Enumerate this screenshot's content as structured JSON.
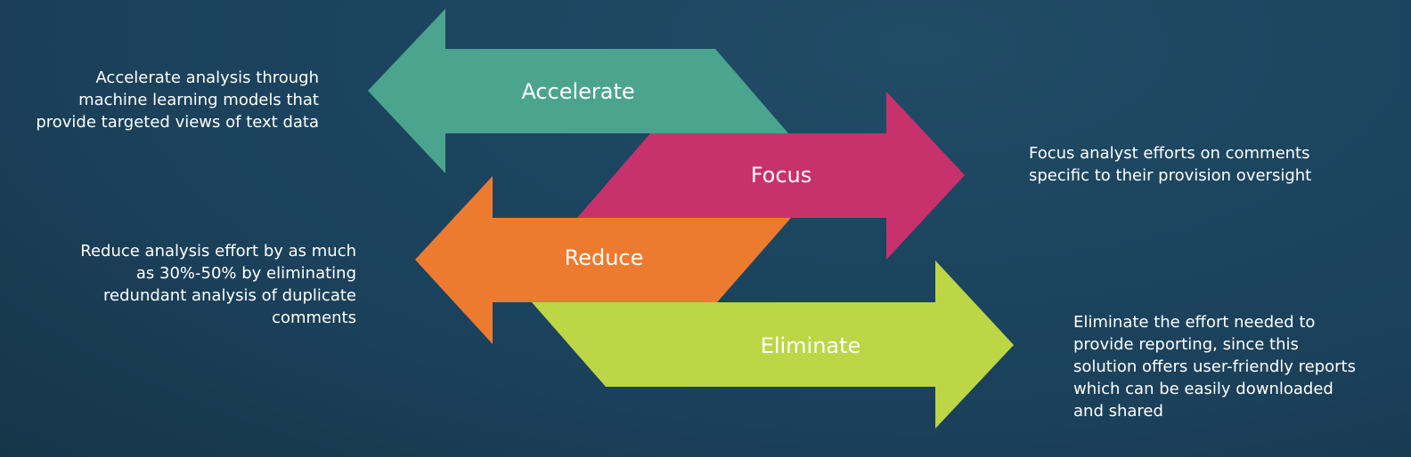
{
  "arrows": [
    {
      "id": "accelerate",
      "label": "Accelerate",
      "direction": "left",
      "color": "#4ba48e"
    },
    {
      "id": "focus",
      "label": "Focus",
      "direction": "right",
      "color": "#c8326c"
    },
    {
      "id": "reduce",
      "label": "Reduce",
      "direction": "left",
      "color": "#ec7b30"
    },
    {
      "id": "eliminate",
      "label": "Eliminate",
      "direction": "right",
      "color": "#bcd646"
    }
  ],
  "descriptions": {
    "accelerate": "Accelerate analysis through\nmachine learning models that\nprovide targeted views of text data",
    "focus": "Focus analyst efforts on comments\nspecific to their provision oversight",
    "reduce": "Reduce analysis effort by as much\nas 30%-50% by eliminating\nredundant analysis of duplicate\ncomments",
    "eliminate": "Eliminate the effort needed to\nprovide reporting, since this\nsolution offers user-friendly reports\nwhich can be easily downloaded\nand shared"
  },
  "colors": {
    "background": "#1c4560",
    "text": "#ffffff"
  }
}
